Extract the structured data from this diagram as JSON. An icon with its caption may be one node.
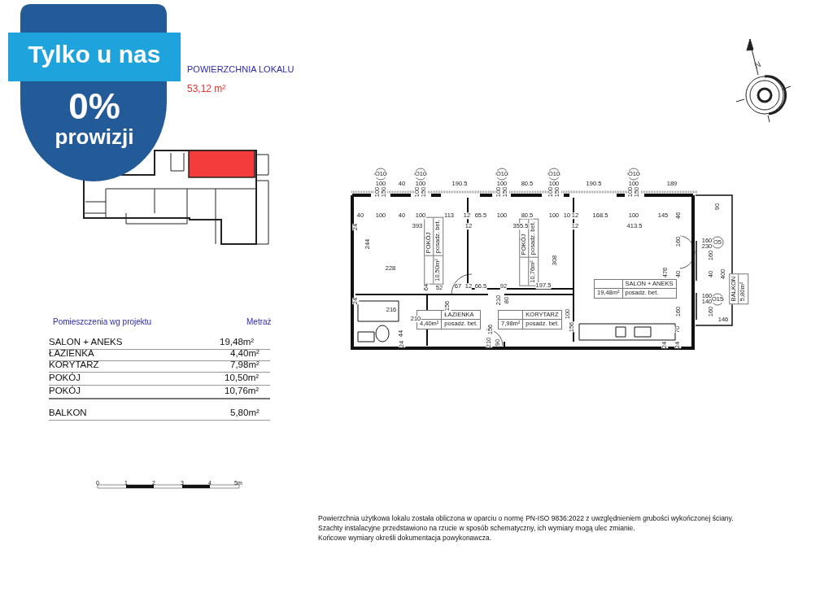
{
  "diagram": {
    "nodes": [
      {
        "text": [
          "Tylko u nas",
          "0%",
          "prowizji"
        ]
      },
      {
        "text": [
          "POKÓJ",
          "10,50m²",
          "posadz. bet."
        ]
      },
      {
        "text": [
          "POKÓJ",
          "10,76m²",
          "posadz. bet."
        ]
      },
      {
        "text": [
          "ŁAZIENKA",
          "4,40m²",
          "posadz. bet."
        ]
      },
      {
        "text": [
          "KORYTARZ",
          "7,98m²",
          "posadz. bet."
        ]
      },
      {
        "text": [
          "SALON + ANEKS",
          "19,48m²",
          "posadz. bet."
        ]
      },
      {
        "text": [
          "BALKON",
          "5,80m²"
        ]
      }
    ],
    "edges": [],
    "labels": [
      "POWIERZCHNIA LOKALU",
      "53,12 m²",
      "Pomieszczenia wg projektu",
      "Metraż",
      "SALON + ANEKS",
      "19,48m²",
      "ŁAZIENKA",
      "4,40m²",
      "KORYTARZ",
      "7,98m²",
      "POKÓJ",
      "10,50m²",
      "POKÓJ",
      "10,76m²",
      "BALKON",
      "5,80m²",
      "0",
      "1",
      "2",
      "3",
      "4",
      "5m",
      "Powierzchnia użytkowa lokalu została obliczona w oparciu o normę PN-ISO 9836:2022 z uwzględnieniem grubości wykończonej ściany.",
      "Szachty instalacyjne przedstawiono na rzucie w sposób schematyczny, ich wymiary mogą ulec zmianie.",
      "Końcowe wymiary określi dokumentacja powykonawcza.",
      "N",
      "O10",
      "O10",
      "O10",
      "O10",
      "O10",
      "100",
      "40",
      "100",
      "190.5",
      "100",
      "80.5",
      "100",
      "190.5",
      "100",
      "189",
      "100",
      "150",
      "100",
      "150",
      "100",
      "150",
      "100",
      "150",
      "100",
      "150",
      "40",
      "100",
      "40",
      "100",
      "113",
      "12",
      "65.5",
      "100",
      "80.5",
      "100",
      "10",
      "12",
      "168.5",
      "100",
      "145",
      "46",
      "24",
      "393",
      "12",
      "355.5",
      "12",
      "413.5",
      "90",
      "244",
      "228",
      "24",
      "216",
      "64",
      "52",
      "67",
      "12",
      "66.5",
      "92",
      "210",
      "80",
      "156",
      "210",
      "44",
      "24",
      "210",
      "90",
      "308",
      "197.5",
      "100",
      "156",
      "156",
      "160",
      "476",
      "40",
      "160",
      "70",
      "24",
      "24",
      "160",
      "230",
      "O5",
      "160",
      "40",
      "400",
      "160",
      "140",
      "O15",
      "160",
      "146"
    ]
  }
}
